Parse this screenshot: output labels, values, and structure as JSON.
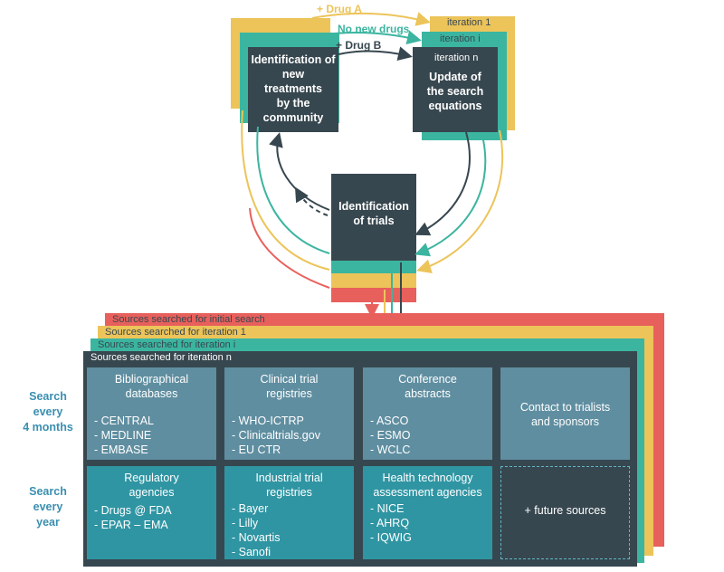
{
  "cycle": {
    "community_box": "Identification of\nnew\ntreatments\nby the\ncommunity",
    "update_box": "Update of\nthe search\nequations",
    "trials_box": "Identification\nof trials",
    "iteration_labels": [
      "iteration 1",
      "iteration i",
      "iteration n"
    ],
    "arrow_labels": {
      "drug_a": "+ Drug A",
      "no_new": "No new drugs",
      "drug_b": "+ Drug B"
    }
  },
  "sources": {
    "layers": [
      "Sources searched for initial search",
      "Sources searched for iteration 1",
      "Sources searched for iteration i",
      "Sources searched for iteration n"
    ],
    "row_labels": [
      "Search\nevery\n4 months",
      "Search\nevery\nyear"
    ],
    "cells": [
      {
        "title": "Bibliographical\ndatabases",
        "items": [
          "- CENTRAL",
          "- MEDLINE",
          "- EMBASE"
        ]
      },
      {
        "title": "Clinical trial\nregistries",
        "items": [
          "- WHO-ICTRP",
          "- Clinicaltrials.gov",
          "- EU CTR"
        ]
      },
      {
        "title": "Conference\nabstracts",
        "items": [
          "- ASCO",
          "- ESMO",
          "- WCLC"
        ]
      },
      {
        "title": "Contact to  trialists\nand sponsors",
        "items": []
      },
      {
        "title": "Regulatory\nagencies",
        "items": [
          "- Drugs @ FDA",
          "- EPAR – EMA"
        ]
      },
      {
        "title": "Industrial trial\nregistries",
        "items": [
          "- Bayer",
          "- Lilly",
          "- Novartis",
          "- Sanofi"
        ]
      },
      {
        "title": "Health technology\nassessment agencies",
        "items": [
          "- NICE",
          "- AHRQ",
          "- IQWIG"
        ]
      },
      {
        "title": "+ future sources",
        "items": []
      }
    ]
  },
  "colors": {
    "dark": "#37474f",
    "teal": "#3bb5a0",
    "yellow": "#ecc45a",
    "red": "#e8605c",
    "cell_a": "#5f8ea0",
    "cell_b": "#2f95a3",
    "label_blue": "#3a8fb0"
  }
}
